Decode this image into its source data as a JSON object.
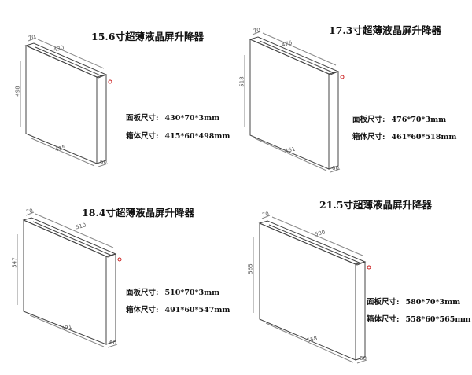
{
  "panels": [
    {
      "title": "15.6寸超薄液晶屏升降器",
      "panel_label": "面板尺寸:",
      "panel_size": "430*70*3mm",
      "body_label": "箱体尺寸:",
      "body_size": "415*60*498mm",
      "dim_depth_top": "70",
      "dim_width_top": "430",
      "dim_height": "498",
      "dim_width_bottom": "415",
      "dim_depth_bottom": "60"
    },
    {
      "title": "17.3寸超薄液晶屏升降器",
      "panel_label": "面板尺寸:",
      "panel_size": "476*70*3mm",
      "body_label": "箱体尺寸:",
      "body_size": "461*60*518mm",
      "dim_depth_top": "70",
      "dim_width_top": "476",
      "dim_height": "518",
      "dim_width_bottom": "461",
      "dim_depth_bottom": "60"
    },
    {
      "title": "18.4寸超薄液晶屏升降器",
      "panel_label": "面板尺寸:",
      "panel_size": "510*70*3mm",
      "body_label": "箱体尺寸:",
      "body_size": "491*60*547mm",
      "dim_depth_top": "70",
      "dim_width_top": "510",
      "dim_height": "547",
      "dim_width_bottom": "491",
      "dim_depth_bottom": "60"
    },
    {
      "title": "21.5寸超薄液晶屏升降器",
      "panel_label": "面板尺寸:",
      "panel_size": "580*70*3mm",
      "body_label": "箱体尺寸:",
      "body_size": "558*60*565mm",
      "dim_depth_top": "70",
      "dim_width_top": "580",
      "dim_height": "565",
      "dim_width_bottom": "558",
      "dim_depth_bottom": "60"
    }
  ],
  "colors": {
    "line": "#444444",
    "accent_red": "#cc2222",
    "dim_text": "#555555"
  }
}
